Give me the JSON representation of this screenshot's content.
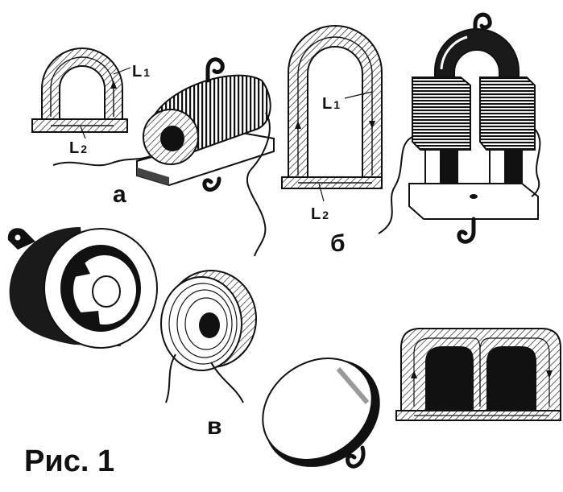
{
  "caption": "Рис. 1",
  "labels": {
    "a": "а",
    "b": "б",
    "v": "в",
    "l1_a": "L",
    "l1_a_sub": "1",
    "l2_a": "L",
    "l2_a_sub": "2",
    "l1_b": "L",
    "l1_b_sub": "1",
    "l2_b": "L",
    "l2_b_sub": "2"
  },
  "colors": {
    "ink": "#111111",
    "paper": "#ffffff",
    "gray": "#777777"
  }
}
